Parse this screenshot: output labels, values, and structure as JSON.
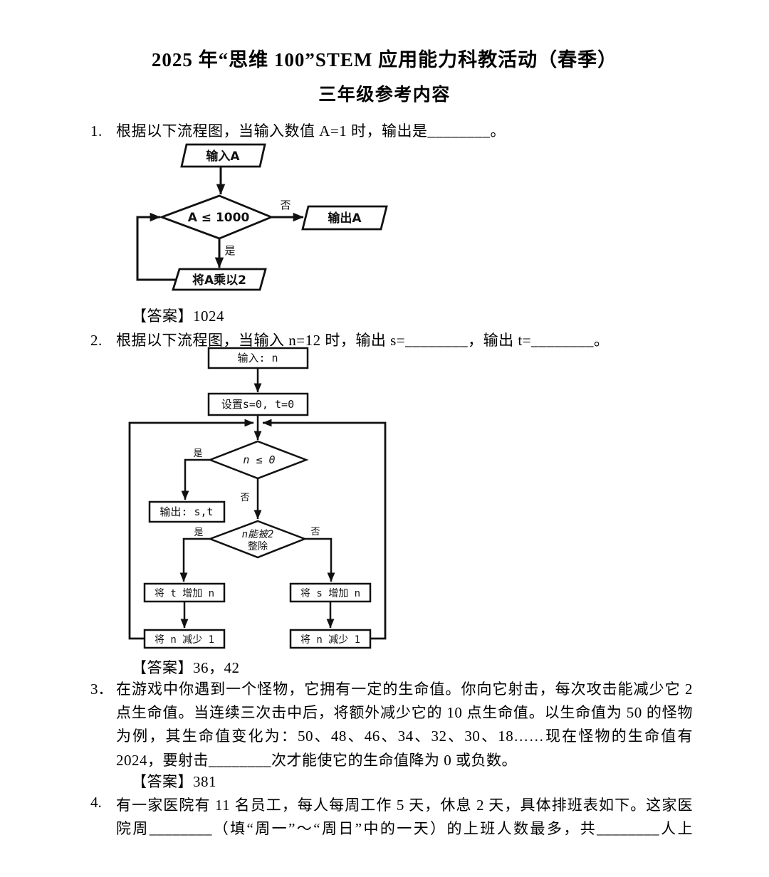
{
  "doc": {
    "title": "2025 年“思维 100”STEM 应用能力科教活动（春季）",
    "subtitle": "三年级参考内容",
    "answer_label": "【答案】",
    "text_color": "#000000",
    "line_color": "#111111",
    "background": "#ffffff"
  },
  "q1": {
    "num": "1.",
    "text": "根据以下流程图，当输入数值 A=1 时，输出是________。",
    "answer": "1024",
    "flow": {
      "input": "输入A",
      "cond": "A ≤ 1000",
      "no": "否",
      "yes": "是",
      "output": "输出A",
      "process": "将A乘以2"
    }
  },
  "q2": {
    "num": "2.",
    "text": "根据以下流程图，当输入 n=12 时，输出 s=________，输出 t=________。",
    "answer": "36，42",
    "flow": {
      "input": "输入: n",
      "init": "设置s=0, t=0",
      "cond1": "n ≤ 0",
      "yes1": "是",
      "no1": "否",
      "output": "输出: s,t",
      "cond2_line1": "n能被2",
      "cond2_line2": "整除",
      "yes2": "是",
      "no2": "否",
      "add_t": "将 t 增加 n",
      "add_s": "将 s 增加 n",
      "dec_left": "将 n 减少 1",
      "dec_right": "将 n 减少 1"
    }
  },
  "q3": {
    "num": "3．",
    "lines": [
      "在游戏中你遇到一个怪物，它拥有一定的生命值。你向它射击，每次攻击能减少它 2",
      "点生命值。当连续三次击中后，将额外减少它的 10 点生命值。以生命值为 50 的怪物",
      "为例，其生命值变化为：50、48、46、34、32、30、18……现在怪物的生命值有",
      "2024，要射击________次才能使它的生命值降为 0 或负数。"
    ],
    "answer": "381"
  },
  "q4": {
    "num": "4.",
    "lines": [
      "有一家医院有 11 名员工，每人每周工作 5 天，休息 2 天，具体排班表如下。这家医",
      "院周________（填“周一”～“周日”中的一天）的上班人数最多，共________人上"
    ]
  }
}
